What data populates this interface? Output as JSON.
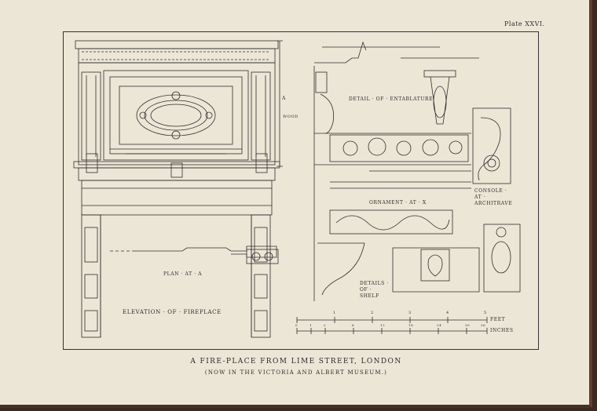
{
  "plate_number": "Plate XXVI.",
  "title": "A FIRE-PLACE FROM LIME STREET, LONDON",
  "subtitle": "(NOW IN THE VICTORIA AND ALBERT MUSEUM.)",
  "labels": {
    "elevation": "ELEVATION · OF · FIREPLACE",
    "plan": "PLAN · AT · A",
    "entablature": "DETAIL · OF · ENTABLATURE",
    "ornament": "ORNAMENT · AT · X",
    "console": "CONSOLE · AT · ARCHITRAVE",
    "shelf": "DETAILS · OF · SHELF",
    "section_mark": "A",
    "wood_mark": "WOOD"
  },
  "scales": {
    "feet_label": "FEET",
    "inches_label": "INCHES",
    "feet_ticks": [
      "1",
      "2",
      "3",
      "4",
      "5"
    ],
    "inch_ticks": [
      "0",
      "1",
      "2",
      "6",
      "12",
      "18",
      "24",
      "30",
      "36"
    ]
  },
  "colors": {
    "paper": "#ece6d6",
    "ink": "#2b2b2b",
    "border": "#6b3a2e"
  }
}
